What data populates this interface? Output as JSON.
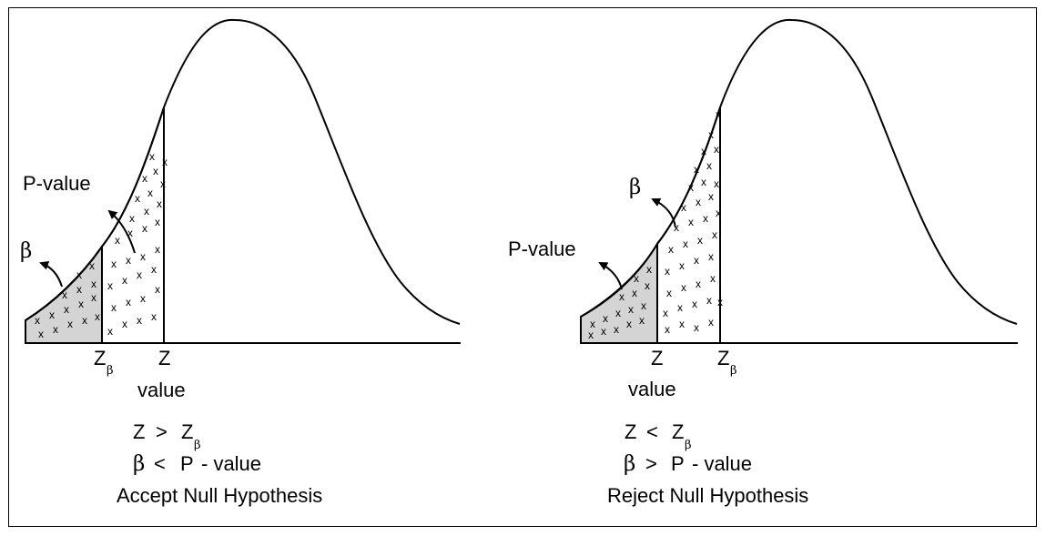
{
  "panels": [
    {
      "id": "left",
      "labels": {
        "p_value": "P-value",
        "beta": "β",
        "z_beta_main": "Z",
        "z_beta_sub": "β",
        "z": "Z",
        "value": "value"
      },
      "conditions": {
        "line1_z": "Z",
        "line1_op": ">",
        "line1_zb": "Z",
        "line1_zb_sub": "β",
        "line2_beta": "β",
        "line2_op": "<",
        "line2_p": "P",
        "line2_rest": "- value"
      },
      "conclusion": "Accept Null Hypothesis"
    },
    {
      "id": "right",
      "labels": {
        "p_value": "P-value",
        "beta": "β",
        "z": "Z",
        "value": "value",
        "z_beta_main": "Z",
        "z_beta_sub": "β"
      },
      "conditions": {
        "line1_z": "Z",
        "line1_op": "<",
        "line1_zb": "Z",
        "line1_zb_sub": "β",
        "line2_beta": "β",
        "line2_op": ">",
        "line2_p": "P",
        "line2_rest": "- value"
      },
      "conclusion": "Reject Null Hypothesis"
    }
  ],
  "hatch_mark": "x",
  "colors": {
    "shaded_region": "#d4d4d4",
    "line": "#000000"
  }
}
